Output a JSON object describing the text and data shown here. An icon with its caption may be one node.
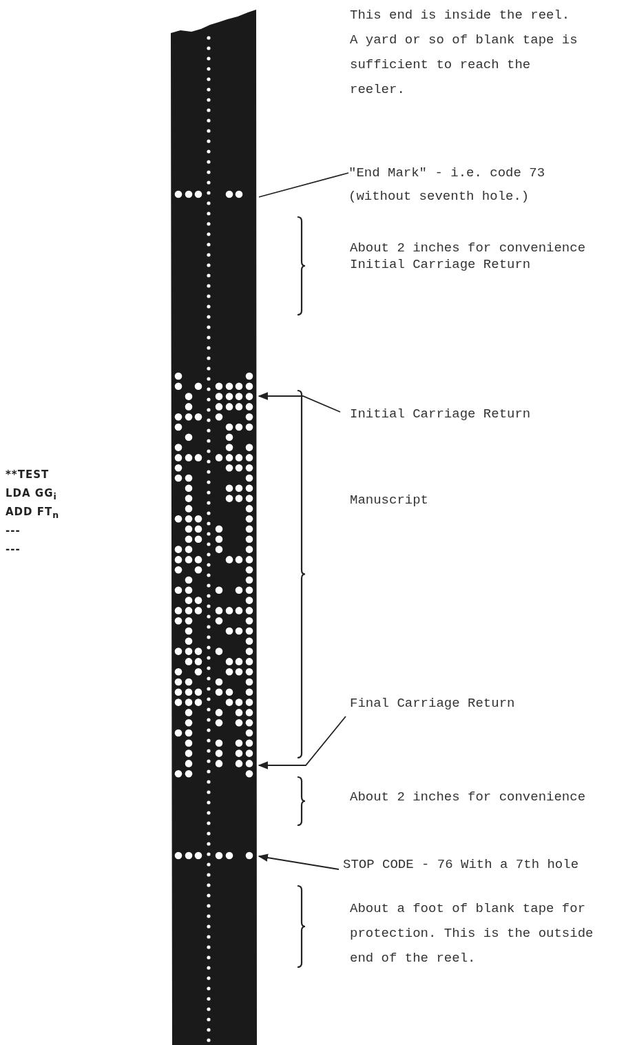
{
  "diagram": {
    "nodes": [
      {
        "text": [],
        "shape": "picture"
      },
      {
        "text": [
          "\"End Mark\" - i.e. code 73 (without seventh hole.)"
        ]
      },
      {
        "text": [
          "Initial Carriage Return"
        ]
      },
      {
        "text": [
          "Final Carriage Return"
        ]
      },
      {
        "text": [
          "STOP CODE - 76 With a 7th hole"
        ]
      }
    ],
    "edges": [
      {
        "from": 1,
        "to": 0,
        "arrow": "none"
      },
      {
        "from": 2,
        "to": 0,
        "arrow": "to"
      },
      {
        "from": 3,
        "to": 0,
        "arrow": "to"
      },
      {
        "from": 4,
        "to": 0,
        "arrow": "to"
      }
    ],
    "labels": [
      "This end is inside the reel. A yard or so of blank tape is sufficient to reach the reeler.",
      "About 2 inches for convenience",
      "Initial Carriage Return",
      "Manuscript",
      "**TEST",
      "LDA GG$_{i}$",
      "ADD FT$_{n}$",
      "---",
      "---",
      "About 2 inches for convenience",
      "About a foot of blank tape for protection. This is the outside end of the reel."
    ]
  }
}
